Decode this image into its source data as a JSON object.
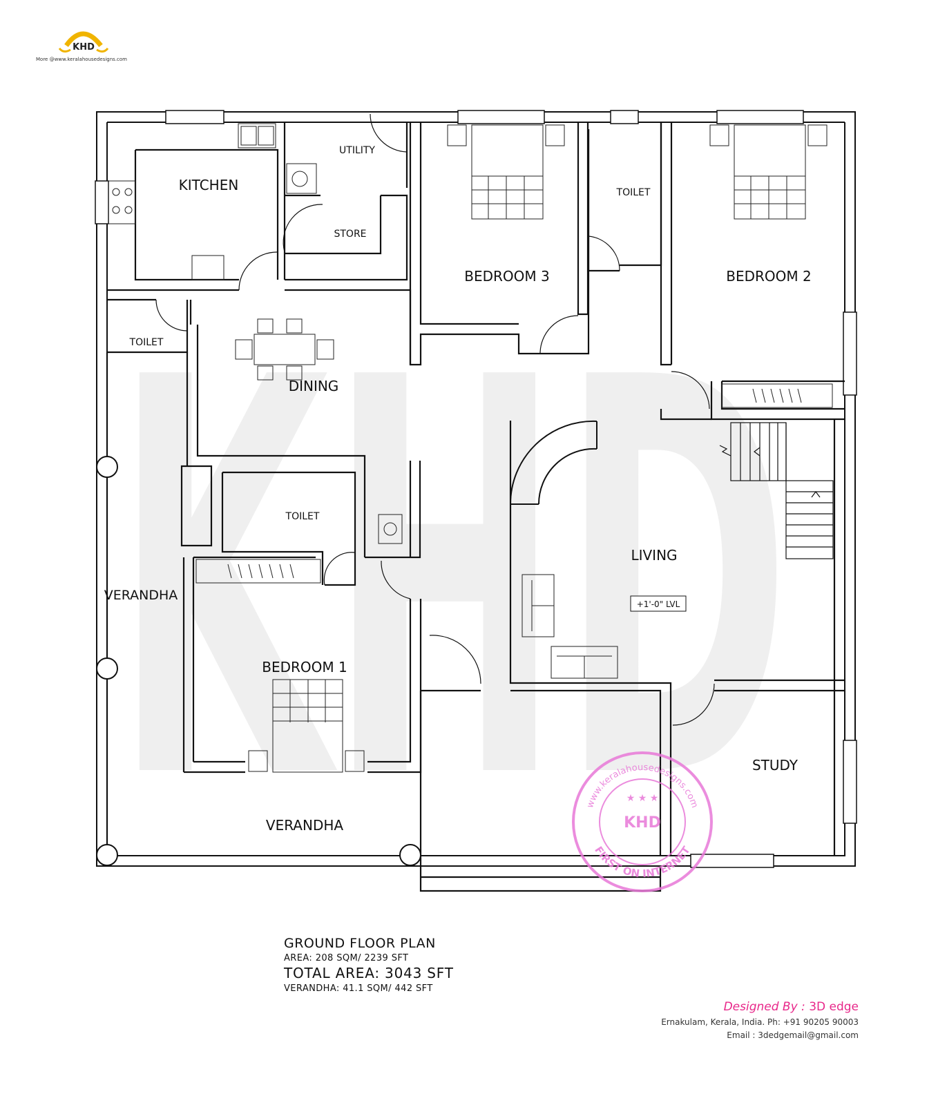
{
  "logo": {
    "letters": "KHD",
    "site": "More @www.keralahousedesigns.com"
  },
  "rooms": {
    "kitchen": "KITCHEN",
    "utility": "UTILITY",
    "store": "STORE",
    "bedroom3": "BEDROOM 3",
    "toilet_top": "TOILET",
    "bedroom2": "BEDROOM 2",
    "toilet_left": "TOILET",
    "dining": "DINING",
    "living": "LIVING",
    "level": "+1'-0\" LVL",
    "toilet_mid": "TOILET",
    "verandha_side": "VERANDHA",
    "bedroom1": "BEDROOM 1",
    "study": "STUDY",
    "verandha_front": "VERANDHA"
  },
  "watermark": "KHD",
  "stamp": {
    "url": "www.keralahousedesigns.com",
    "bottom": "FIRST ON INTERNET",
    "letters": "KHD"
  },
  "caption": {
    "title": "GROUND FLOOR PLAN",
    "area": "AREA: 208 SQM/ 2239 SFT",
    "total": "TOTAL AREA: 3043 SFT",
    "verandha": "VERANDHA: 41.1 SQM/ 442 SFT"
  },
  "credits": {
    "designed_by": "Designed By :",
    "firm": "3D edge",
    "address": "Ernakulam, Kerala, India.  Ph: +91 90205 90003",
    "email": "Email : 3dedgemail@gmail.com"
  },
  "colors": {
    "wall": "#111111",
    "watermark": "#efefef",
    "stamp": "#e879d8",
    "accent": "#e8288a",
    "logo": "#f0b400"
  }
}
